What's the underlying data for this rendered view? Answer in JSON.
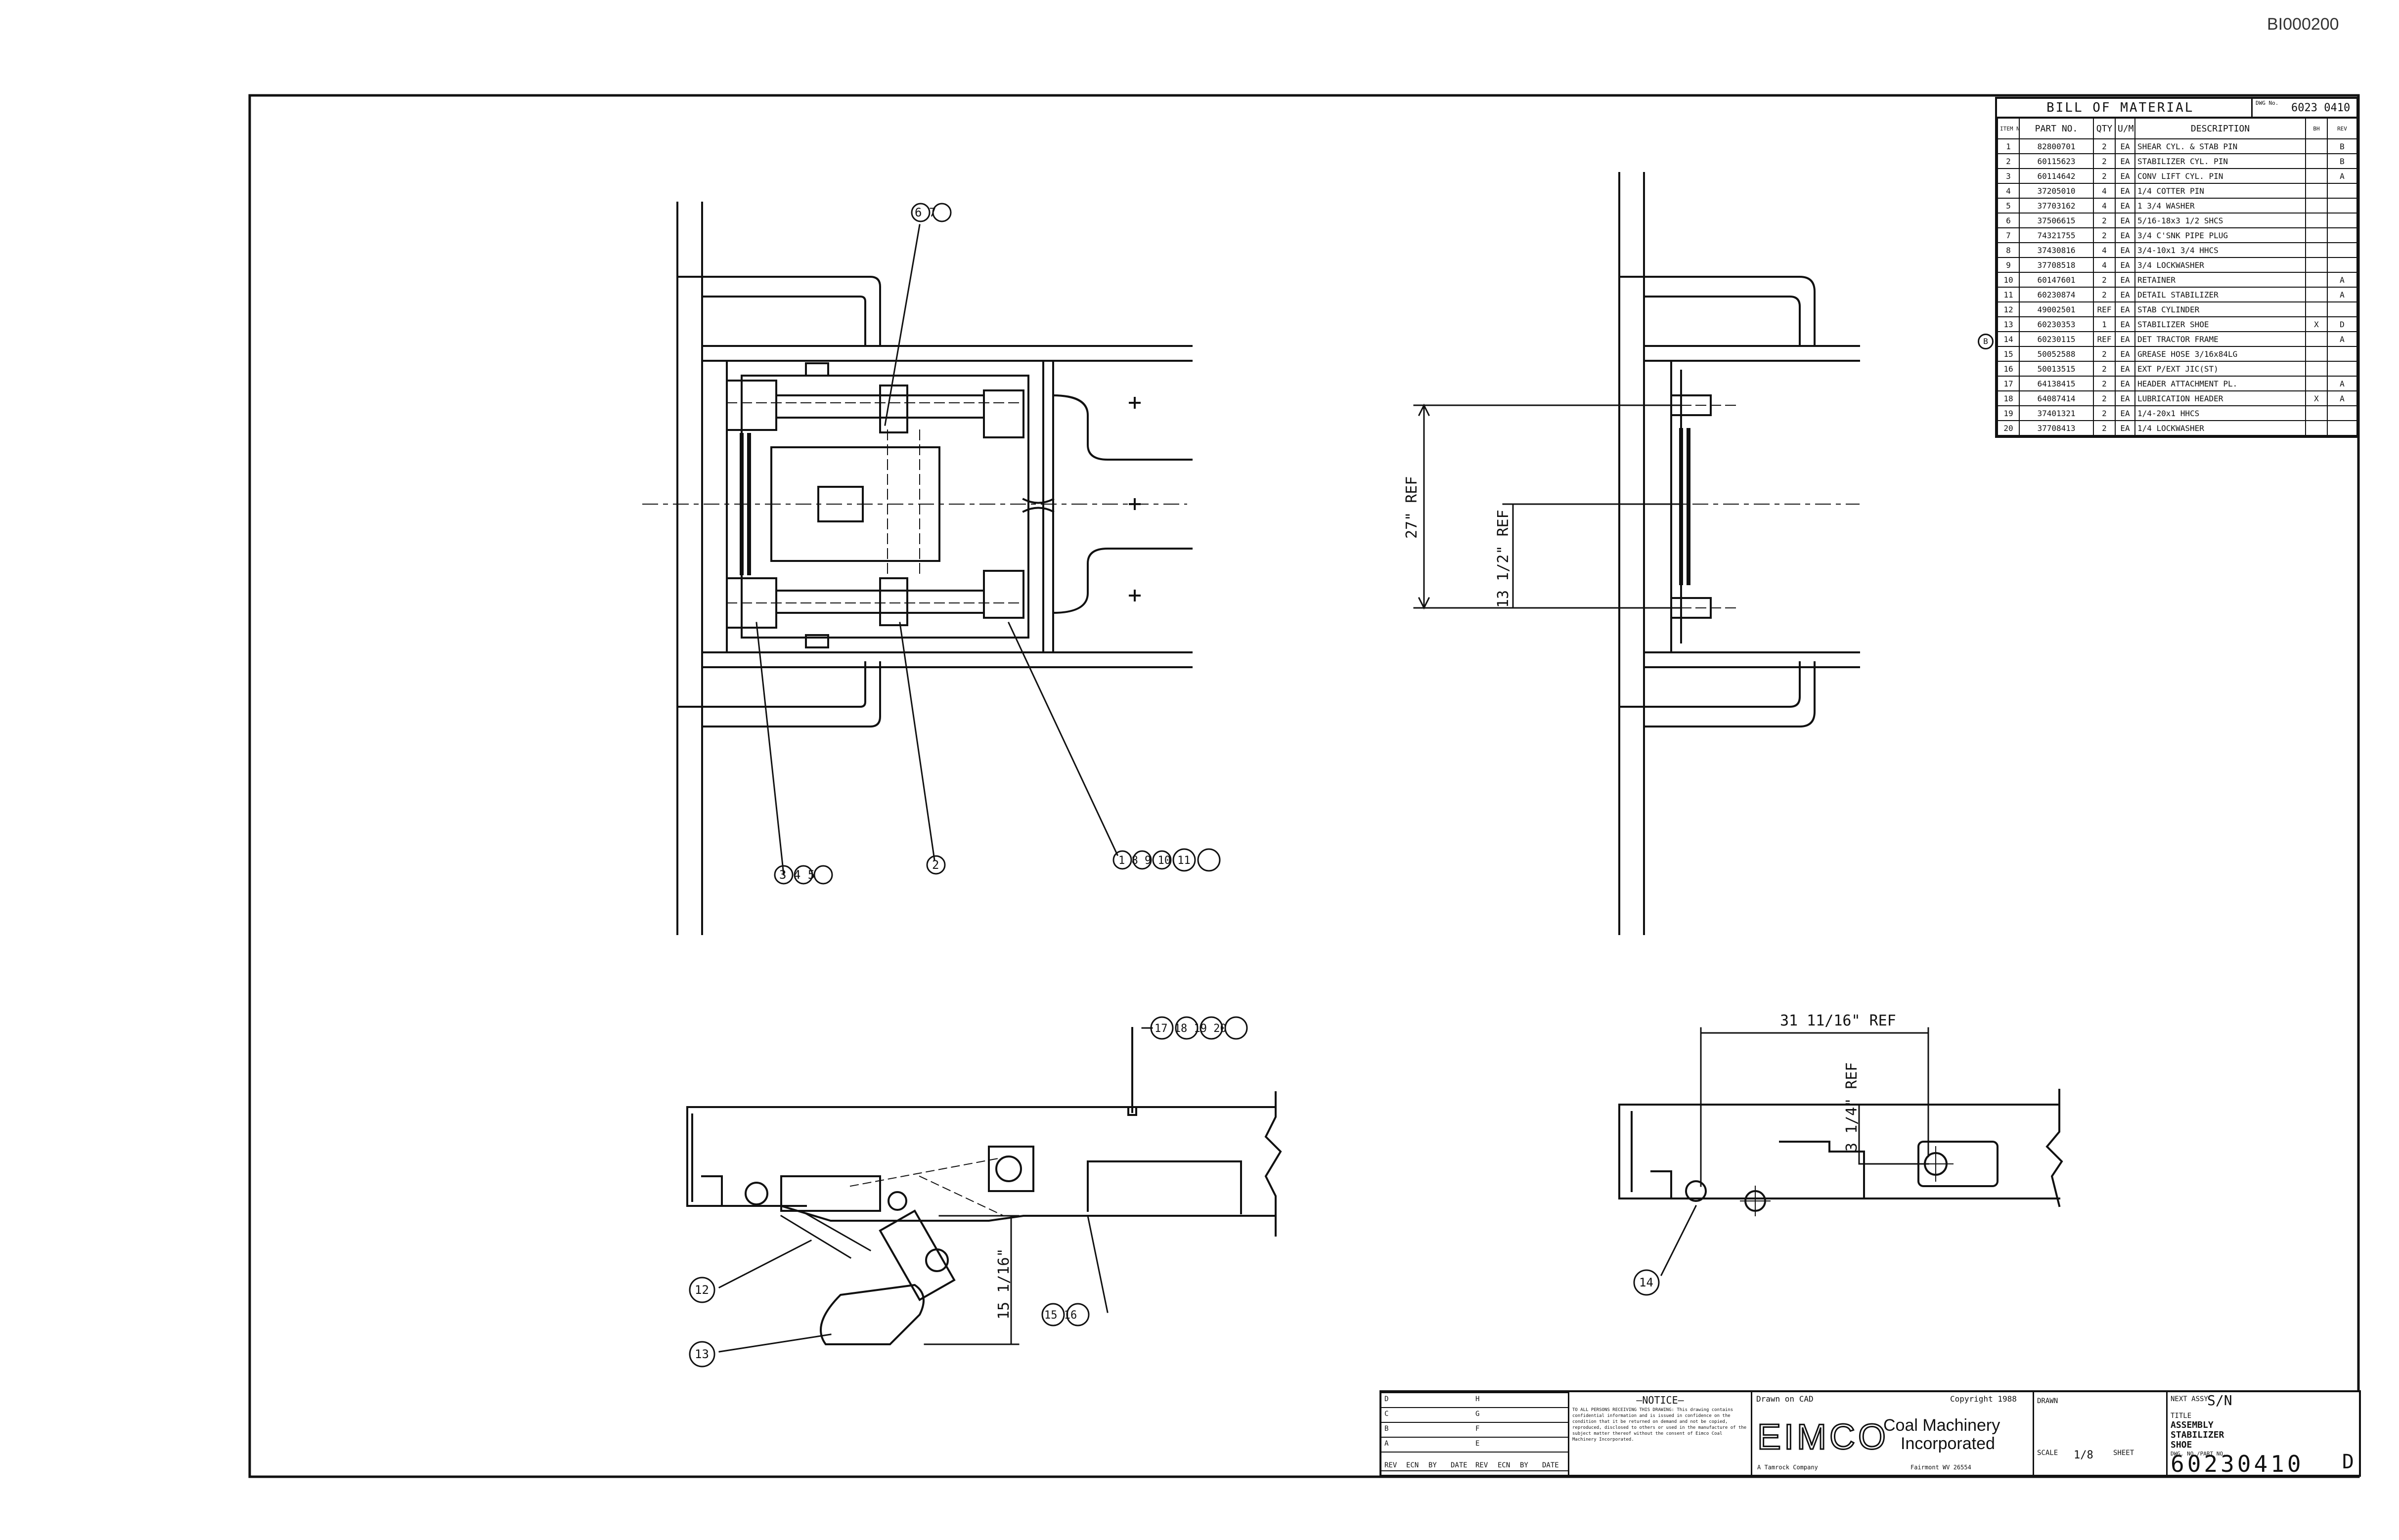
{
  "corner_id": "BI000200",
  "bom": {
    "title": "BILL OF MATERIAL",
    "dwg_label": "DWG No.",
    "dwg_no": "6023 0410",
    "headers": [
      "ITEM NO.",
      "PART NO.",
      "QTY",
      "U/M",
      "DESCRIPTION",
      "BH",
      "REV"
    ],
    "rows": [
      [
        "1",
        "82800701",
        "2",
        "EA",
        "SHEAR CYL. & STAB PIN",
        "",
        "B"
      ],
      [
        "2",
        "60115623",
        "2",
        "EA",
        "STABILIZER CYL. PIN",
        "",
        "B"
      ],
      [
        "3",
        "60114642",
        "2",
        "EA",
        "CONV LIFT CYL. PIN",
        "",
        "A"
      ],
      [
        "4",
        "37205010",
        "4",
        "EA",
        "1/4 COTTER PIN",
        "",
        ""
      ],
      [
        "5",
        "37703162",
        "4",
        "EA",
        "1 3/4 WASHER",
        "",
        ""
      ],
      [
        "6",
        "37506615",
        "2",
        "EA",
        "5/16-18x3 1/2 SHCS",
        "",
        ""
      ],
      [
        "7",
        "74321755",
        "2",
        "EA",
        "3/4 C'SNK PIPE PLUG",
        "",
        ""
      ],
      [
        "8",
        "37430816",
        "4",
        "EA",
        "3/4-10x1 3/4 HHCS",
        "",
        ""
      ],
      [
        "9",
        "37708518",
        "4",
        "EA",
        "3/4 LOCKWASHER",
        "",
        ""
      ],
      [
        "10",
        "60147601",
        "2",
        "EA",
        "RETAINER",
        "",
        "A"
      ],
      [
        "11",
        "60230874",
        "2",
        "EA",
        "DETAIL STABILIZER",
        "",
        "A"
      ],
      [
        "12",
        "49002501",
        "REF",
        "EA",
        "STAB CYLINDER",
        "",
        ""
      ],
      [
        "13",
        "60230353",
        "1",
        "EA",
        "STABILIZER SHOE",
        "X",
        "D"
      ],
      [
        "14",
        "60230115",
        "REF",
        "EA",
        "DET TRACTOR FRAME",
        "",
        "A"
      ],
      [
        "15",
        "50052588",
        "2",
        "EA",
        "GREASE HOSE 3/16x84LG",
        "",
        ""
      ],
      [
        "16",
        "50013515",
        "2",
        "EA",
        "EXT P/EXT JIC(ST)",
        "",
        ""
      ],
      [
        "17",
        "64138415",
        "2",
        "EA",
        "HEADER ATTACHMENT PL.",
        "",
        "A"
      ],
      [
        "18",
        "64087414",
        "2",
        "EA",
        "LUBRICATION HEADER",
        "X",
        "A"
      ],
      [
        "19",
        "37401321",
        "2",
        "EA",
        "1/4-20x1 HHCS",
        "",
        ""
      ],
      [
        "20",
        "37708413",
        "2",
        "EA",
        "1/4 LOCKWASHER",
        "",
        ""
      ]
    ],
    "marker": "B"
  },
  "balloons": {
    "b67": "6 7",
    "b345": "3 4 5",
    "b2": "2",
    "b18911": "1 8 9 10 11",
    "b17": "17 18 19 20",
    "b12": "12",
    "b13": "13",
    "b1516": "15 16",
    "b14": "14"
  },
  "dims": {
    "d27": "27\" REF",
    "d13": "13 1/2\" REF",
    "d31": "31 11/16\" REF",
    "d3": "3 1/4\" REF",
    "d15": "15 1/16\""
  },
  "titleblock": {
    "rev_rows": [
      {
        "ltr": "D",
        "eco": "",
        "by": "",
        "date": "",
        "ltr2": "H",
        "eco2": "",
        "by2": "",
        "date2": ""
      },
      {
        "ltr": "C",
        "eco": "",
        "by": "",
        "date": "",
        "ltr2": "G",
        "eco2": "",
        "by2": "",
        "date2": ""
      },
      {
        "ltr": "B",
        "eco": "",
        "by": "",
        "date": "",
        "ltr2": "F",
        "eco2": "",
        "by2": "",
        "date2": ""
      },
      {
        "ltr": "A",
        "eco": "",
        "by": "",
        "date": "",
        "ltr2": "E",
        "eco2": "",
        "by2": "",
        "date2": ""
      }
    ],
    "rev_header": [
      "REV",
      "ECN",
      "BY",
      "DATE",
      "REV",
      "ECN",
      "BY",
      "DATE"
    ],
    "notice_title": "—NOTICE—",
    "notice_body": "TO ALL PERSONS RECEIVING THIS DRAWING: This drawing contains confidential information and is issued in confidence on the condition that it be returned on demand and not be copied, reproduced, disclosed to others or used in the manufacture of the subject matter thereof without the consent of Eimco Coal Machinery Incorporated.",
    "drawn_on_cad": "Drawn on CAD",
    "copyright": "Copyright 1988",
    "company_logo": "EIMCO",
    "company1": "Coal Machinery",
    "company2": "Incorporated",
    "company_sub": "A Tamrock Company",
    "city": "Fairmont WV 26554",
    "scale_lbl": "SCALE",
    "scale": "1/8",
    "drawn_lbl": "DRAWN",
    "sheet_lbl": "SHEET",
    "next_lbl": "NEXT ASSY",
    "sn": "S/N",
    "title_lbl": "TITLE",
    "title1": "ASSEMBLY",
    "title2": "STABILIZER",
    "title3": "SHOE",
    "dwg_lbl": "DWG. NO./PART NO.",
    "dwg_no": "60230410",
    "rev": "D"
  }
}
